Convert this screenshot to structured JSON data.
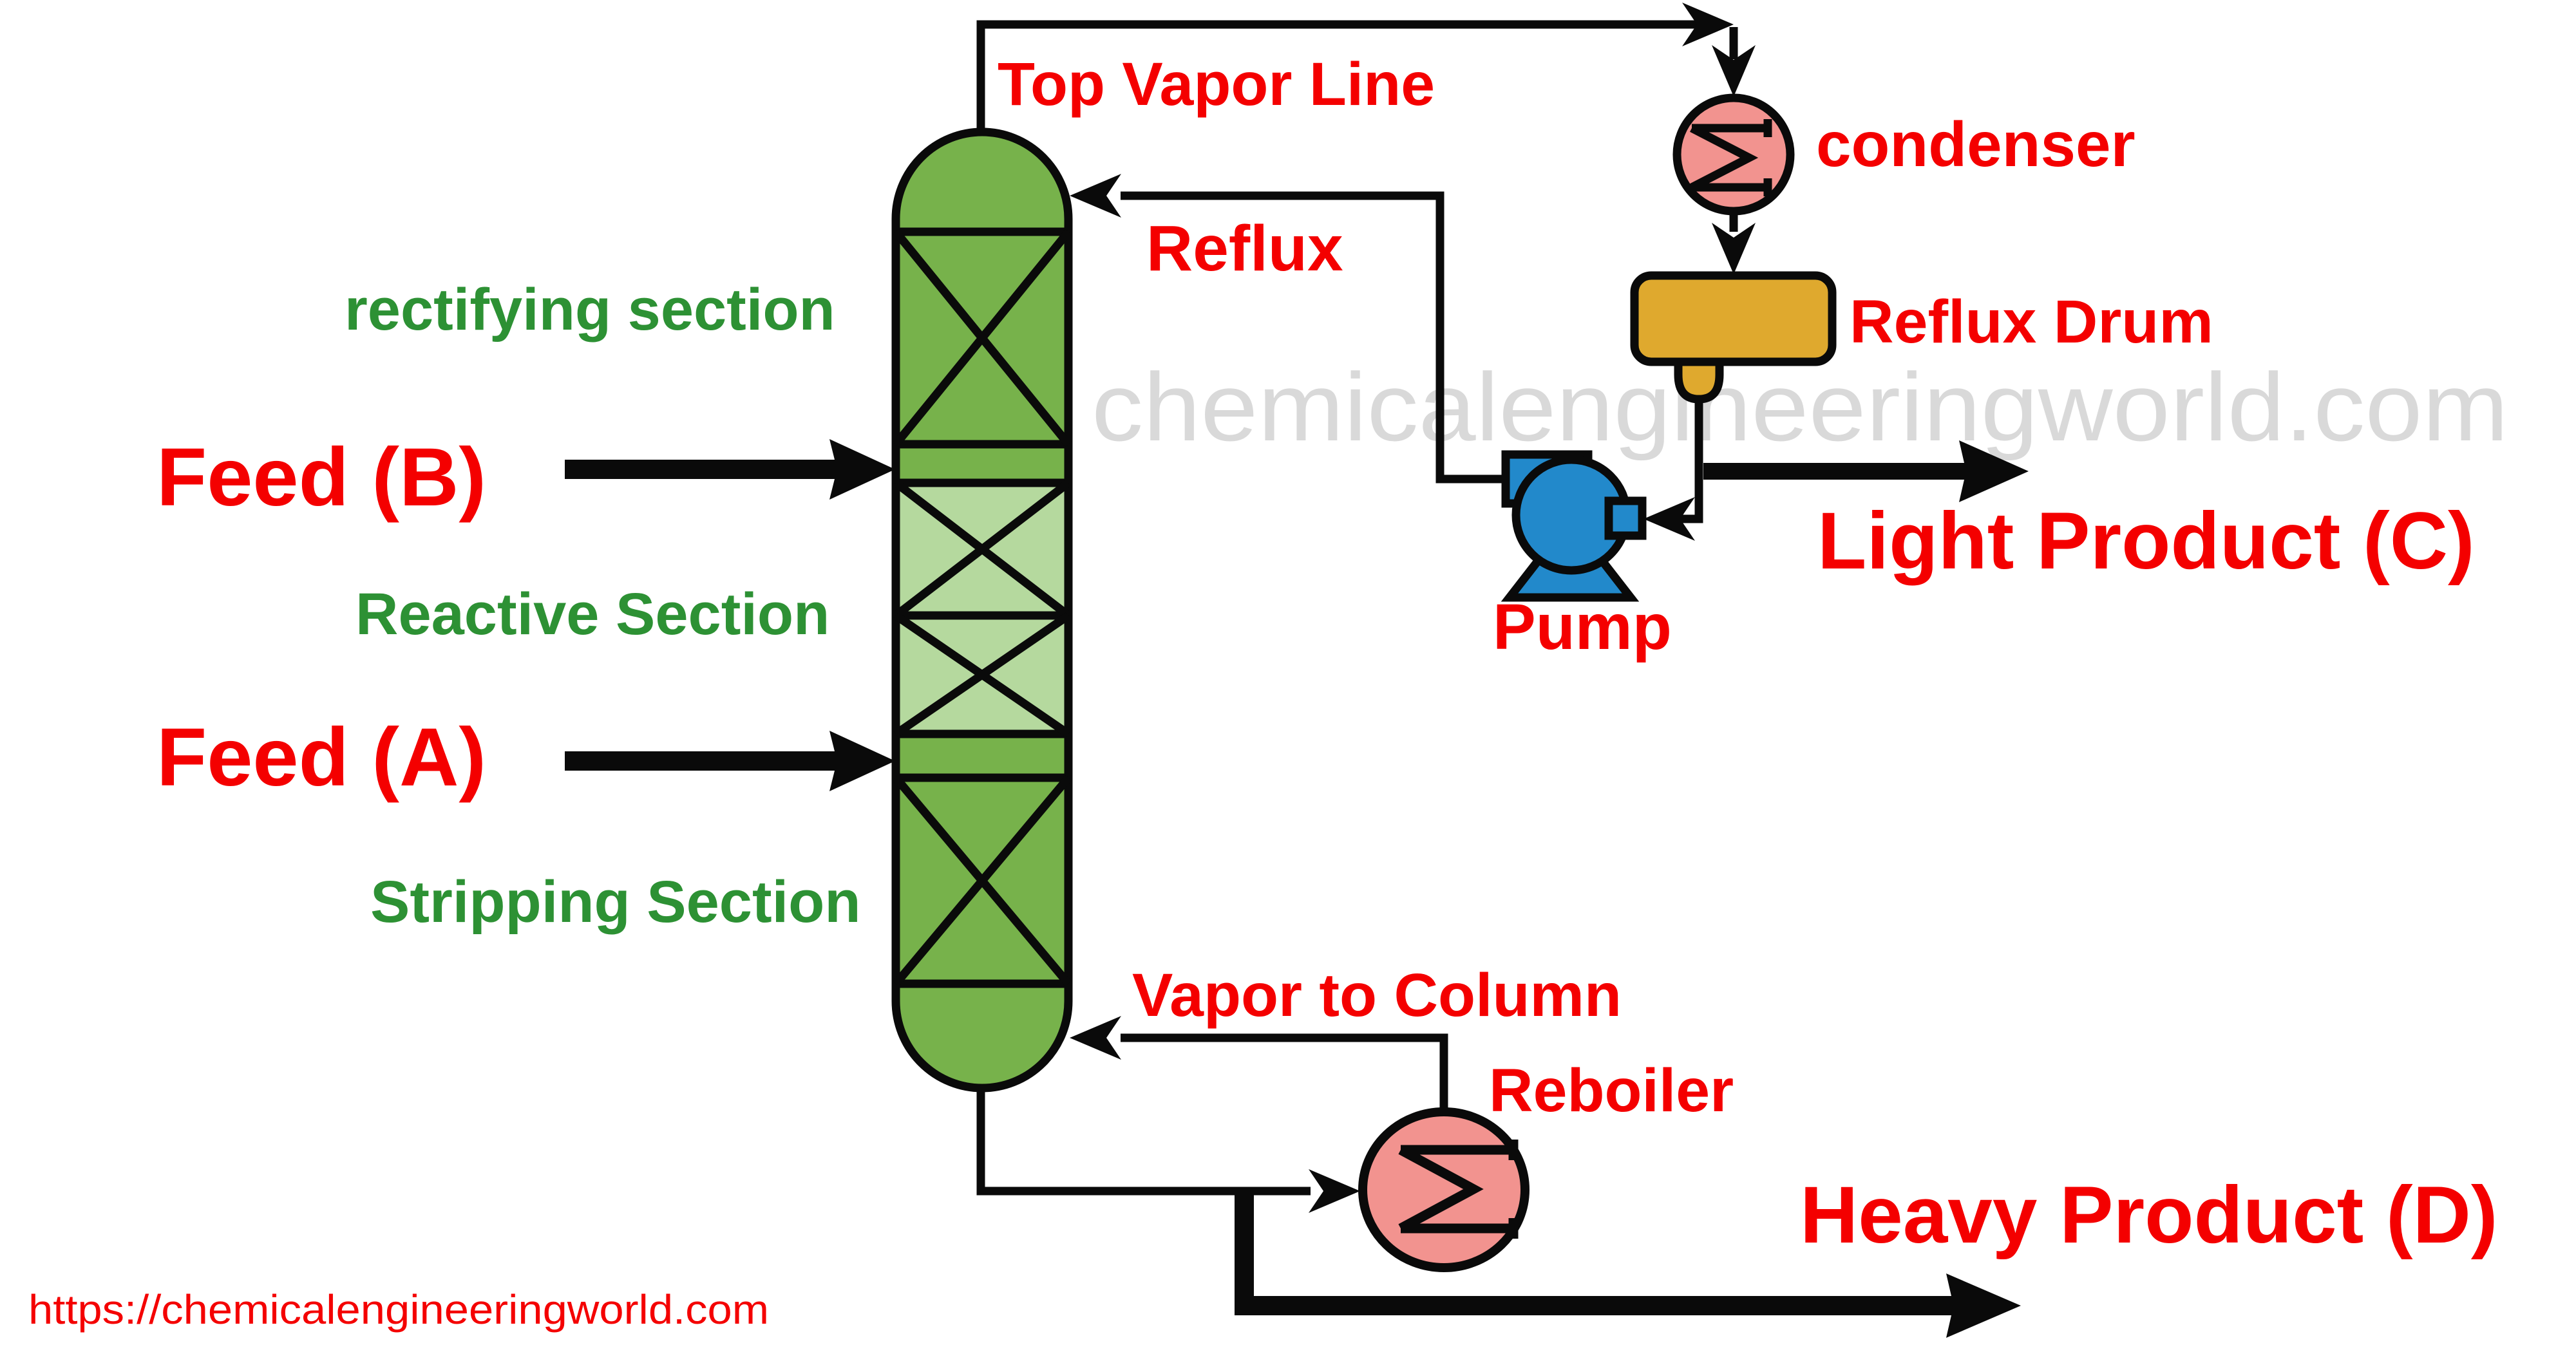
{
  "diagram": {
    "type": "reactive-distillation-process-flow-diagram",
    "watermark": "chemicalengineeringworld.com",
    "source_url": "https://chemicalengineeringworld.com",
    "labels": {
      "top_vapor_line": "Top Vapor Line",
      "reflux": "Reflux",
      "condenser": "condenser",
      "reflux_drum": "Reflux Drum",
      "pump": "Pump",
      "light_product": "Light Product (C)",
      "feed_b": "Feed (B)",
      "feed_a": "Feed (A)",
      "rectifying_section": "rectifying section",
      "reactive_section": "Reactive Section",
      "stripping_section": "Stripping Section",
      "vapor_to_column": "Vapor to Column",
      "reboiler": "Reboiler",
      "heavy_product": "Heavy Product (D)"
    },
    "colors": {
      "label_red": "#F40000",
      "label_green": "#2D9134",
      "column_green": "#77B24B",
      "reactive_light_green": "#B5D99E",
      "exchanger_pink": "#F2938F",
      "drum_yellow": "#DFA92E",
      "pump_blue": "#2289CB",
      "line_black": "#0A0A0A",
      "watermark_gray": "#D9D9D9"
    }
  }
}
